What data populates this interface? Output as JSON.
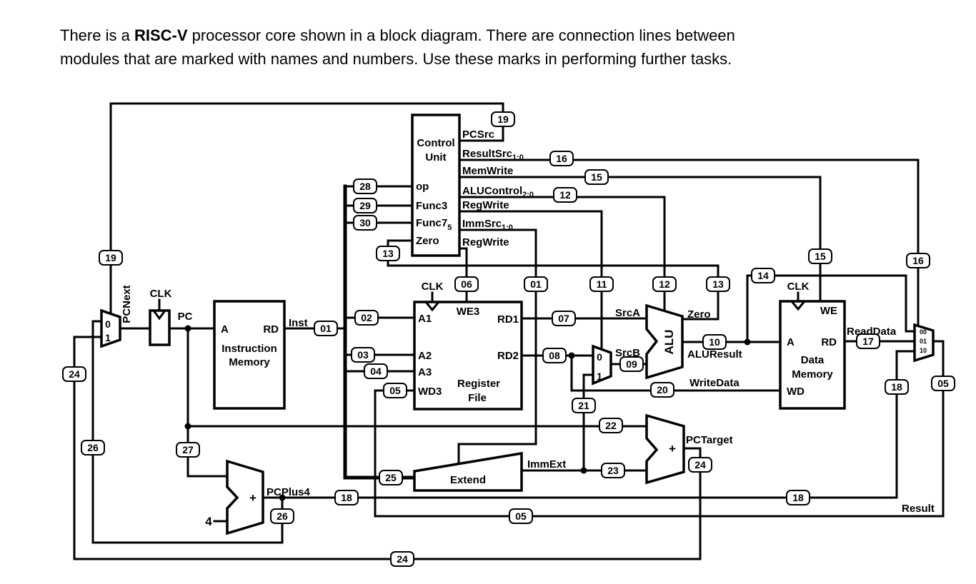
{
  "header": {
    "line1_pre": "There is a ",
    "line1_bold": "RISC-V",
    "line1_post": " processor core shown in a block diagram. There are connection lines between",
    "line2": "modules that are marked with names and numbers. Use these marks in performing further tasks."
  },
  "blocks": {
    "control_unit": {
      "line1": "Control",
      "line2": "Unit",
      "in_op": "op",
      "in_func3": "Func3",
      "in_func7": "Func7",
      "in_func7_sub": "5",
      "in_zero": "Zero",
      "out_pcsrc": "PCSrc",
      "out_resultsrc": "ResultSrc",
      "out_resultsrc_sub": "1:0",
      "out_memwrite": "MemWrite",
      "out_alucontrol": "ALUControl",
      "out_alucontrol_sub": "2:0",
      "out_regwrite_a": "RegWrite",
      "out_immsrc": "ImmSrc",
      "out_immsrc_sub": "1:0",
      "out_regwrite_b": "RegWrite"
    },
    "instruction_memory": {
      "a": "A",
      "rd": "RD",
      "line1": "Instruction",
      "line2": "Memory"
    },
    "register_file": {
      "we3": "WE3",
      "a1": "A1",
      "a2": "A2",
      "a3": "A3",
      "wd3": "WD3",
      "rd1": "RD1",
      "rd2": "RD2",
      "line1": "Register",
      "line2": "File"
    },
    "data_memory": {
      "we": "WE",
      "a": "A",
      "rd": "RD",
      "wd": "WD",
      "line1": "Data",
      "line2": "Memory"
    },
    "extend": {
      "name": "Extend"
    },
    "alu": {
      "name": "ALU"
    },
    "adder_plus": "+",
    "constant_four": "4",
    "clk": "CLK",
    "mux_pcnext": {
      "i0": "0",
      "i1": "1"
    },
    "mux_srcb": {
      "i0": "0",
      "i1": "1"
    },
    "mux_result": {
      "i00": "00",
      "i01": "01",
      "i10": "10"
    }
  },
  "signals": {
    "pcnext": "PCNext",
    "pc": "PC",
    "inst": "Inst",
    "srca": "SrcA",
    "srcb": "SrcB",
    "zero": "Zero",
    "aluresult": "ALUResult",
    "writedata": "WriteData",
    "readdata": "ReadData",
    "immext": "ImmExt",
    "pctarget": "PCTarget",
    "pcplus4": "PCPlus4",
    "result": "Result"
  },
  "wires": {
    "pcsrc": "19",
    "resultsrc": "16",
    "memwrite": "15",
    "alucontrol": "12",
    "alusrc": "11",
    "immsrc": "01",
    "regwrite": "06",
    "op": "28",
    "func3": "29",
    "func7": "30",
    "zero": "13",
    "inst": "01",
    "a1": "02",
    "a2": "03",
    "a3": "04",
    "result": "05",
    "rd1": "07",
    "rd2": "08",
    "srcb": "09",
    "aluresult": "10",
    "aluresult_to_mux": "14",
    "readdata": "17",
    "writedata": "20",
    "immext_to_mux": "21",
    "pc_to_pctarget": "22",
    "immext": "23",
    "pctarget": "24",
    "inst_to_extend": "25",
    "pcplus4_to_mux": "26",
    "pc_to_pcplus4": "27",
    "pcplus4": "18"
  }
}
